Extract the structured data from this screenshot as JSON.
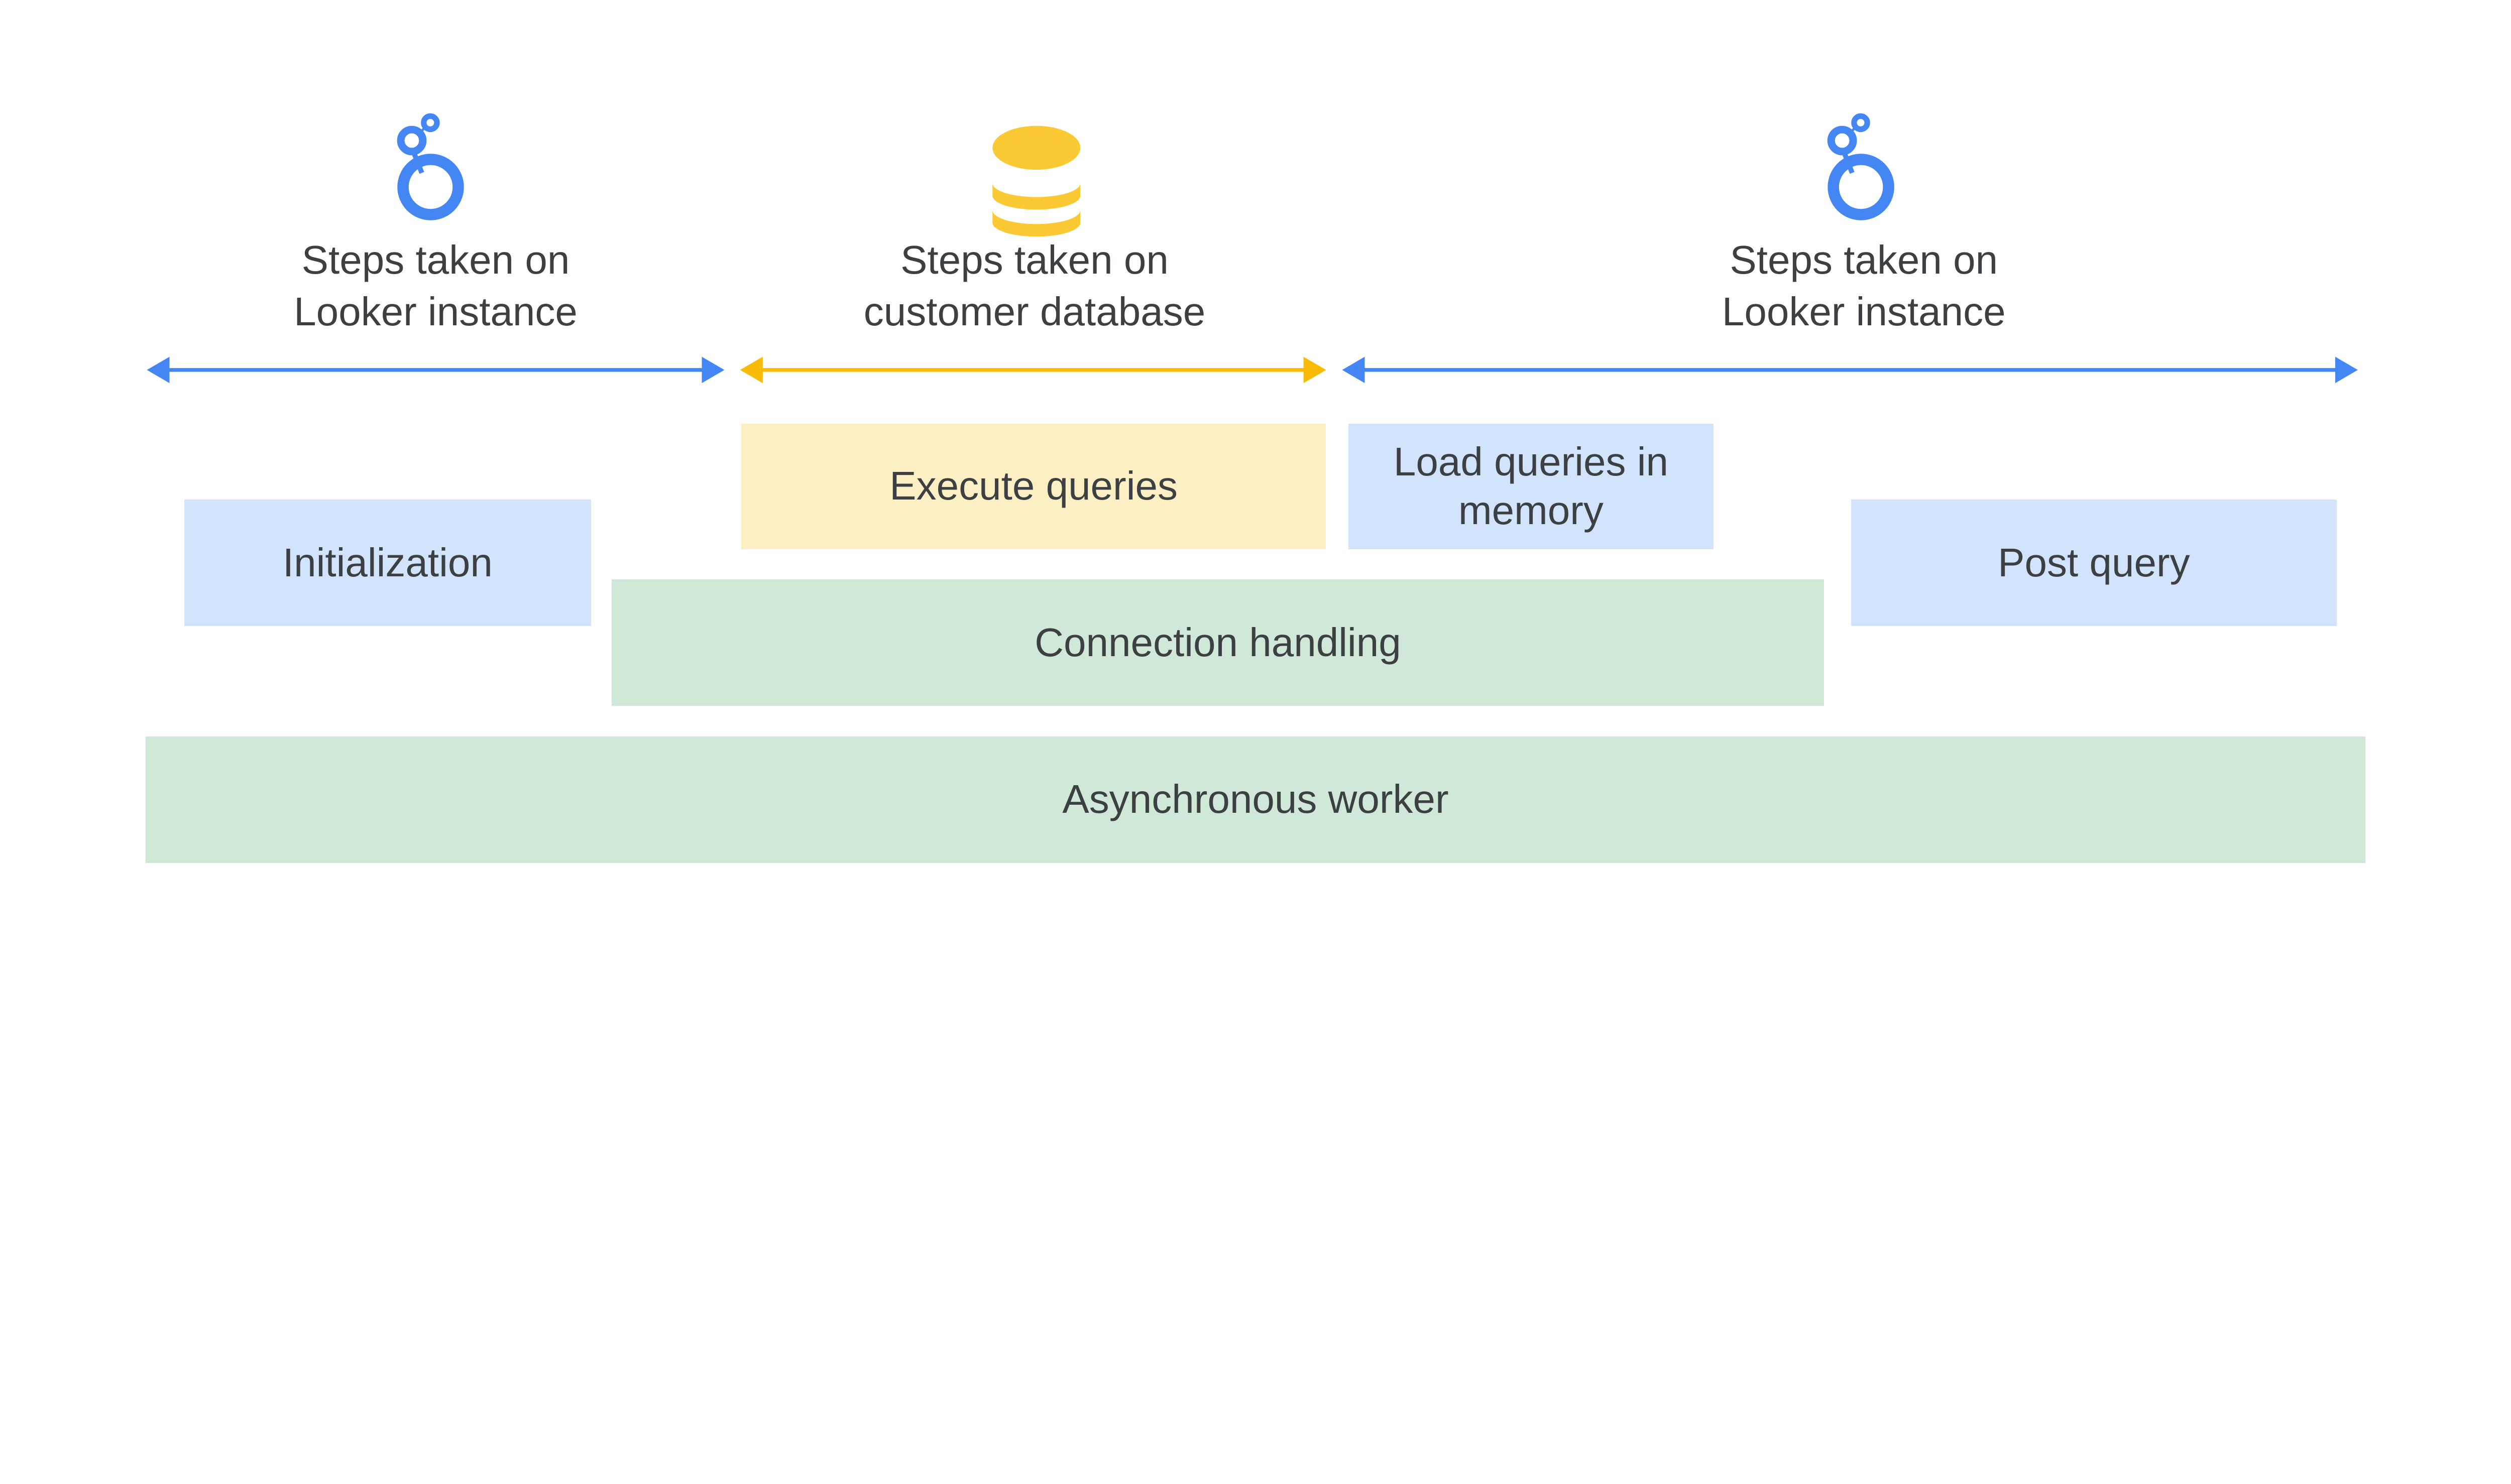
{
  "colors": {
    "looker_blue": "#4487f4",
    "db_yellow": "#fbc933",
    "arrow_yellow": "#f9bb06",
    "blue_box": "#d2e3fc",
    "yellow_box": "#fdefc4",
    "green_box": "#cfe8d8",
    "text": "#3c4043"
  },
  "sections": [
    {
      "icon": "looker-logo-icon",
      "label_line1": "Steps taken on",
      "label_line2": "Looker instance"
    },
    {
      "icon": "database-icon",
      "label_line1": "Steps taken on",
      "label_line2": "customer database"
    },
    {
      "icon": "looker-logo-icon",
      "label_line1": "Steps taken on",
      "label_line2": "Looker instance"
    }
  ],
  "boxes": {
    "initialization": "Initialization",
    "execute_queries": "Execute queries",
    "load_queries": "Load queries in memory",
    "post_query": "Post query",
    "connection_handling": "Connection handling",
    "async_worker": "Asynchronous worker"
  }
}
